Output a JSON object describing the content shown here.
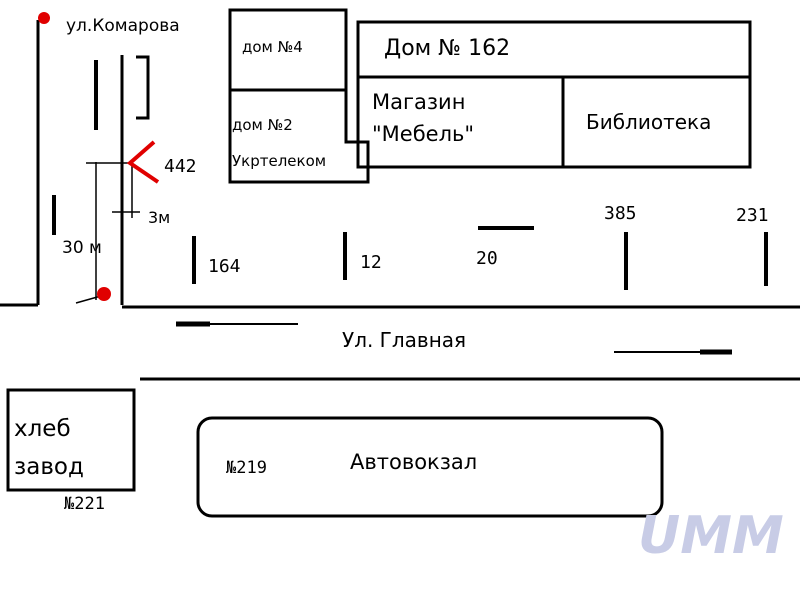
{
  "streets": {
    "komarova": "ул.Комарова",
    "glavnaya": "Ул. Главная"
  },
  "buildings": {
    "dom4": "дом №4",
    "dom2_line1": "дом №2",
    "dom2_line2": "Укртелеком",
    "dom162": "Дом № 162",
    "shop_line1": "Магазин",
    "shop_line2": "\"Мебель\"",
    "library": "Библиотека",
    "bakery_line1": "хлеб",
    "bakery_line2": "завод",
    "bakery_number": "№221",
    "bus_station": "Автовокзал",
    "bus_station_number": "№219"
  },
  "markers": {
    "m442": "442",
    "m164": "164",
    "m12": "12",
    "m20": "20",
    "m385": "385",
    "m231": "231"
  },
  "distances": {
    "d30": "30 м",
    "d3": "3м"
  },
  "watermark": "UMM",
  "colors": {
    "line": "#000000",
    "point": "#e00000",
    "watermark": "#c8cce6"
  }
}
